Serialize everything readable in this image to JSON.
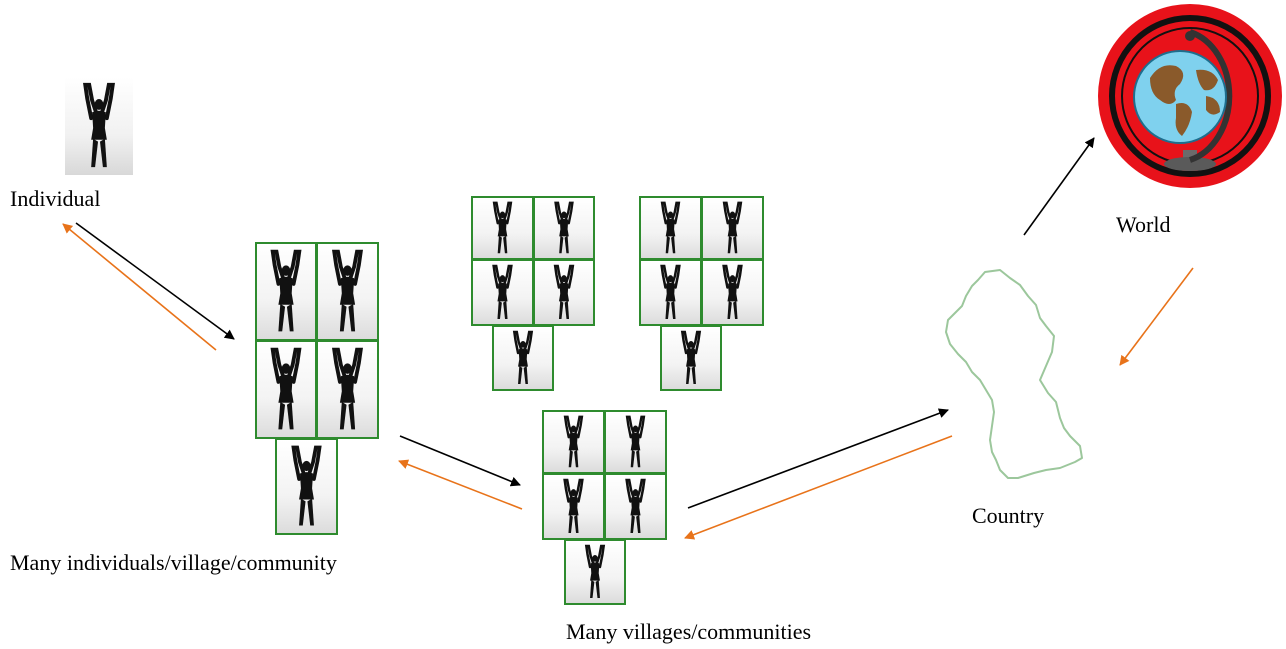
{
  "labels": {
    "individual": "Individual",
    "many_individuals": "Many individuals/village/community",
    "many_villages": "Many villages/communities",
    "country": "Country",
    "world": "World"
  },
  "colors": {
    "arrow_up": "#000000",
    "arrow_down": "#e8731a",
    "tile_border": "#2e8b2e",
    "globe_ring": "#e8121a",
    "map_outline": "#9cc79c"
  },
  "icons": {
    "person": "person-silhouette-icon",
    "globe": "globe-icon",
    "country_map": "country-outline-map"
  }
}
